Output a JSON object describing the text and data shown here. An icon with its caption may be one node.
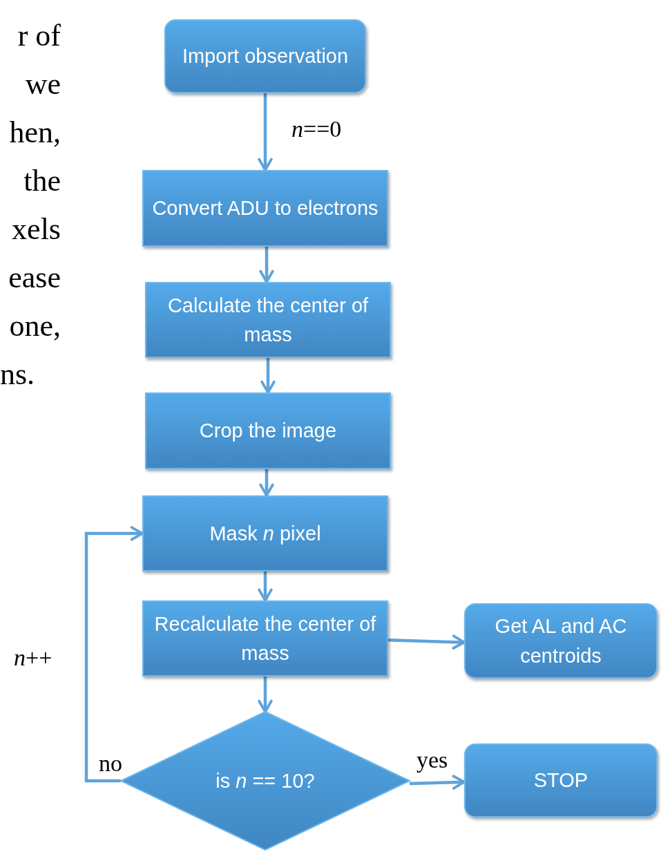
{
  "diagram": {
    "nodes": [
      {
        "text": [
          "Import observation"
        ]
      },
      {
        "text": [
          "Convert ADU to electrons"
        ]
      },
      {
        "text": [
          "Calculate the center of mass"
        ]
      },
      {
        "text": [
          "Crop the image"
        ]
      },
      {
        "text": [
          "Mask *n* pixel"
        ]
      },
      {
        "text": [
          "Recalculate the center of mass"
        ]
      },
      {
        "text": [
          "Get AL and AC centroids"
        ]
      },
      {
        "text": [
          "is *n* == 10?"
        ]
      },
      {
        "text": [
          "STOP"
        ]
      }
    ],
    "edges": [
      {
        "from": 0,
        "to": 1,
        "arrow": "to",
        "label": "*n*==0"
      },
      {
        "from": 1,
        "to": 2,
        "arrow": "to"
      },
      {
        "from": 2,
        "to": 3,
        "arrow": "to"
      },
      {
        "from": 3,
        "to": 4,
        "arrow": "to"
      },
      {
        "from": 4,
        "to": 5,
        "arrow": "to"
      },
      {
        "from": 5,
        "to": 6,
        "arrow": "to"
      },
      {
        "from": 5,
        "to": 7,
        "arrow": "to"
      },
      {
        "from": 7,
        "to": 8,
        "arrow": "to",
        "label": "yes"
      },
      {
        "from": 7,
        "to": 4,
        "arrow": "to",
        "label": "no"
      }
    ],
    "labels": [
      "r of",
      "we",
      "hen,",
      "the",
      "xels",
      "ease",
      "one,",
      "ns.",
      "*n*++"
    ]
  }
}
